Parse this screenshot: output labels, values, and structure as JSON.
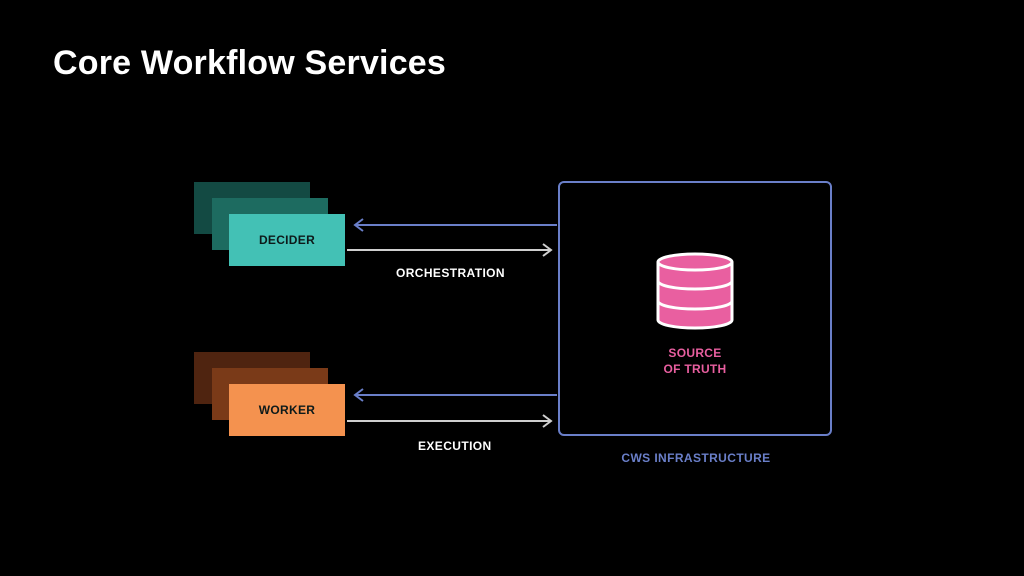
{
  "slide": {
    "title": "Core Workflow Services"
  },
  "nodes": {
    "decider": {
      "label": "DECIDER",
      "color": "#43c1b5"
    },
    "worker": {
      "label": "WORKER",
      "color": "#f4924f"
    }
  },
  "flows": {
    "orchestration": {
      "label": "ORCHESTRATION"
    },
    "execution": {
      "label": "EXECUTION"
    }
  },
  "infrastructure": {
    "label": "CWS INFRASTRUCTURE",
    "color": "#6a7fc9",
    "database": {
      "label_line1": "SOURCE",
      "label_line2": "OF TRUTH",
      "icon": "database-icon",
      "color": "#e95fa0"
    }
  }
}
